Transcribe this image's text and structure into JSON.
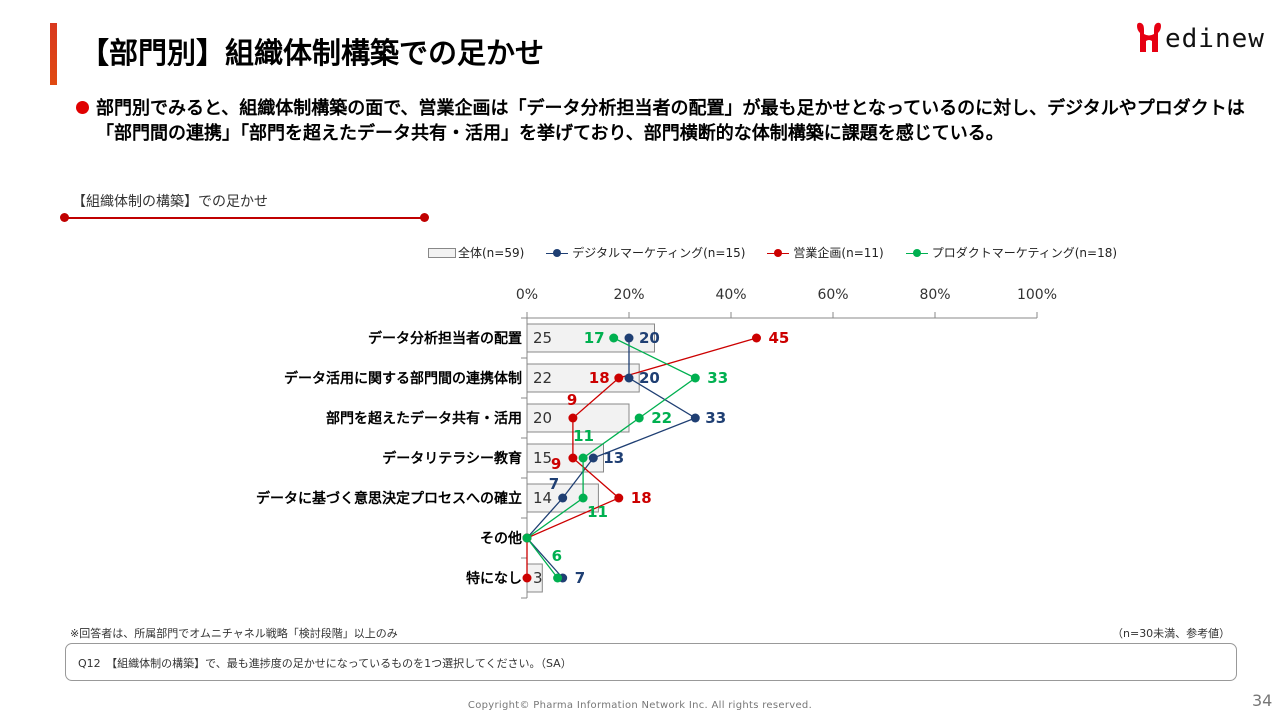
{
  "header": {
    "title": "【部門別】組織体制構築での足かせ",
    "logo_text": "edinew",
    "logo_mark_color": "#e60012"
  },
  "summary": {
    "text": "部門別でみると、組織体制構築の面で、営業企画は「データ分析担当者の配置」が最も足かせとなっているのに対し、デジタルやプロダクトは「部門間の連携」「部門を超えたデータ共有・活用」を挙げており、部門横断的な体制構築に課題を感じている。"
  },
  "section": {
    "subtitle": "【組織体制の構築】での足かせ"
  },
  "legend": {
    "overall": "全体(n=59)",
    "digital": "デジタルマーケティング(n=15)",
    "sales": "営業企画(n=11)",
    "product": "プロダクトマーケティング(n=18)"
  },
  "chart_data": {
    "type": "bar",
    "title": "【組織体制の構築】での足かせ",
    "orientation": "horizontal",
    "xlabel": "",
    "ylabel": "",
    "xlim": [
      0,
      100
    ],
    "x_ticks": [
      "0%",
      "20%",
      "40%",
      "60%",
      "80%",
      "100%"
    ],
    "grid": false,
    "legend_position": "top",
    "categories": [
      "データ分析担当者の配置",
      "データ活用に関する部門間の連携体制",
      "部門を超えたデータ共有・活用",
      "データリテラシー教育",
      "データに基づく意思決定プロセスへの確立",
      "その他",
      "特になし"
    ],
    "series": [
      {
        "name": "全体(n=59)",
        "type": "bar",
        "color": "#f2f2f2",
        "values": [
          25,
          22,
          20,
          15,
          14,
          0,
          3
        ]
      },
      {
        "name": "デジタルマーケティング(n=15)",
        "type": "line",
        "color": "#1f3f73",
        "values": [
          20,
          20,
          33,
          13,
          7,
          0,
          7
        ]
      },
      {
        "name": "営業企画(n=11)",
        "type": "line",
        "color": "#cc0000",
        "values": [
          45,
          18,
          9,
          9,
          18,
          0,
          0
        ]
      },
      {
        "name": "プロダクトマーケティング(n=18)",
        "type": "line",
        "color": "#00b050",
        "values": [
          17,
          33,
          22,
          11,
          11,
          0,
          6
        ]
      }
    ]
  },
  "footer": {
    "note_left": "※回答者は、所属部門でオムニチャネル戦略「検討段階」以上のみ",
    "note_right": "（n=30未満、参考値）",
    "question": "Q12　【組織体制の構築】で、最も進捗度の足かせになっているものを1つ選択してください。（SA）",
    "copyright": "Copyright© Pharma Information Network Inc. All rights reserved.",
    "page_number": "34"
  }
}
